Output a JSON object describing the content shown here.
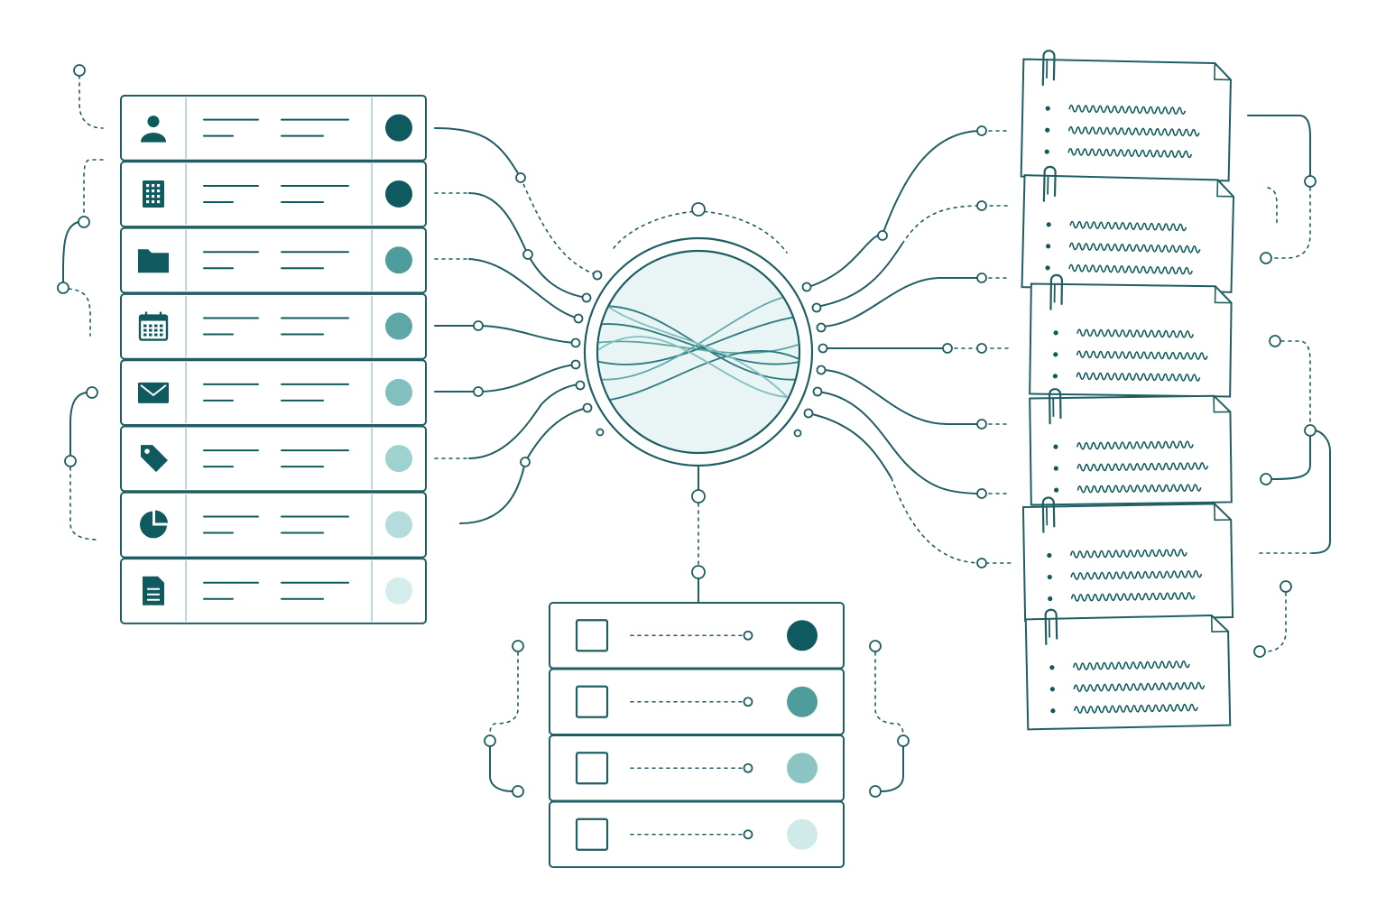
{
  "colors": {
    "line": "#1f5e63",
    "icon": "#0f5a5e",
    "hub_fill": "#e9f5f5",
    "shades": [
      "#0f5a5e",
      "#0f5a5e",
      "#4f9c9c",
      "#5fa7a7",
      "#82c0c0",
      "#9fd1d1",
      "#b5dcdc",
      "#d4ecec"
    ]
  },
  "left_panel": {
    "rows": [
      {
        "icon": "user-icon",
        "status": 0
      },
      {
        "icon": "building-icon",
        "status": 1
      },
      {
        "icon": "folder-icon",
        "status": 2
      },
      {
        "icon": "calendar-icon",
        "status": 3
      },
      {
        "icon": "mail-icon",
        "status": 4
      },
      {
        "icon": "tag-icon",
        "status": 5
      },
      {
        "icon": "pie-chart-icon",
        "status": 6
      },
      {
        "icon": "document-icon",
        "status": 7
      }
    ]
  },
  "bottom_panel": {
    "rows": [
      {
        "icon": "checkbox-icon",
        "status_color": "#0f5a5e"
      },
      {
        "icon": "checkbox-icon",
        "status_color": "#4f9c9c"
      },
      {
        "icon": "checkbox-icon",
        "status_color": "#8cc4c4"
      },
      {
        "icon": "checkbox-icon",
        "status_color": "#d0e9e9"
      }
    ]
  },
  "right_notes": {
    "cards": [
      {
        "icon": "paperclip-icon",
        "bullets": 3
      },
      {
        "icon": "paperclip-icon",
        "bullets": 3
      },
      {
        "icon": "paperclip-icon",
        "bullets": 3
      },
      {
        "icon": "paperclip-icon",
        "bullets": 3
      },
      {
        "icon": "paperclip-icon",
        "bullets": 3
      },
      {
        "icon": "paperclip-icon",
        "bullets": 3
      }
    ]
  },
  "hub": {
    "icon": "integration-hub-icon"
  }
}
